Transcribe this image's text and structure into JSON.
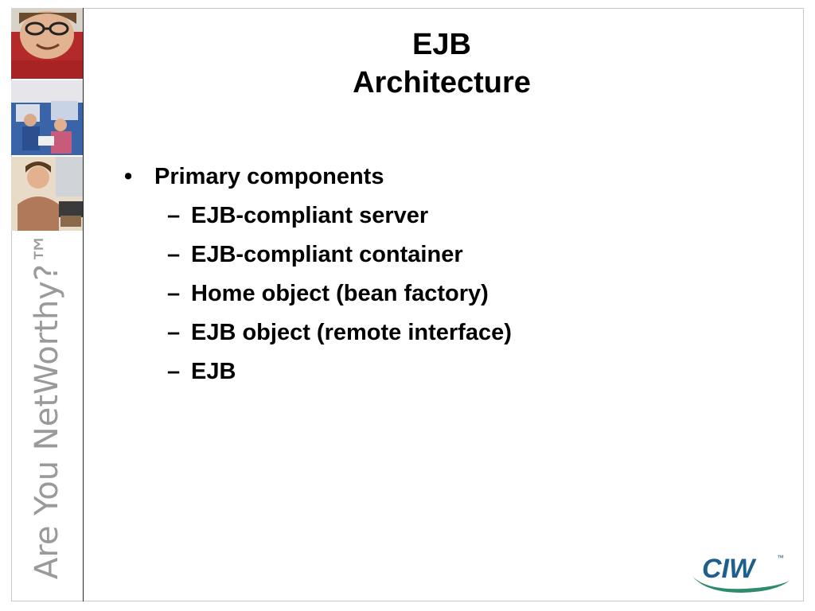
{
  "slide": {
    "title_lines": [
      "EJB",
      "Architecture"
    ],
    "bullets": [
      {
        "marker": "•",
        "text": "Primary components",
        "sub_marker": "–",
        "sub_items": [
          "EJB-compliant server",
          "EJB-compliant container",
          "Home object (bean factory)",
          "EJB object (remote interface)",
          "EJB"
        ]
      }
    ]
  },
  "sidebar": {
    "tagline": "Are You NetWorthy?™",
    "photos": [
      "portrait-photo",
      "classroom-photo",
      "student-photo"
    ]
  },
  "logo": {
    "text": "CIW",
    "trademark": "™",
    "colors": {
      "letters": "#1f5f8b",
      "swoosh": "#2e8b6e"
    }
  },
  "colors": {
    "background": "#ffffff",
    "text": "#000000",
    "tagline": "#9a9a9a",
    "frame": "#c8c8c8"
  }
}
